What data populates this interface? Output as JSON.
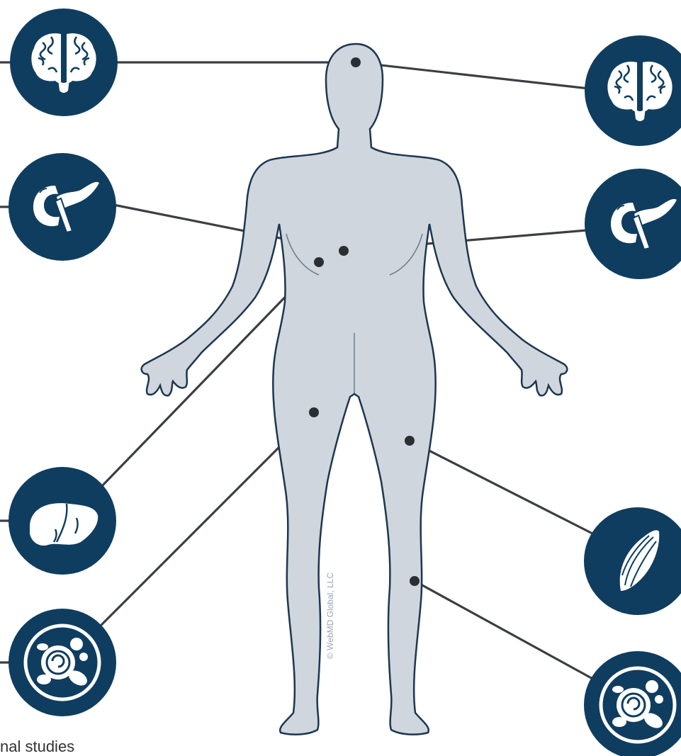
{
  "colors": {
    "badge": "#0f3d5f",
    "badge_icon": "#ffffff",
    "body_fill": "#cfd6dd",
    "body_outline": "#1d3650",
    "line": "#3b3f44",
    "dot": "#2b2f33"
  },
  "figure": {
    "watermark": "© WebMD Global, LLC",
    "caption_fragment": "nal studies"
  },
  "organ_badges": [
    {
      "icon": "brain-icon",
      "side": "left"
    },
    {
      "icon": "brain-icon",
      "side": "right"
    },
    {
      "icon": "pancreas-icon",
      "side": "left"
    },
    {
      "icon": "pancreas-icon",
      "side": "right"
    },
    {
      "icon": "liver-icon",
      "side": "left"
    },
    {
      "icon": "muscle-icon",
      "side": "right"
    },
    {
      "icon": "fat-cells-icon",
      "side": "left"
    },
    {
      "icon": "fat-cells-icon",
      "side": "right"
    }
  ]
}
